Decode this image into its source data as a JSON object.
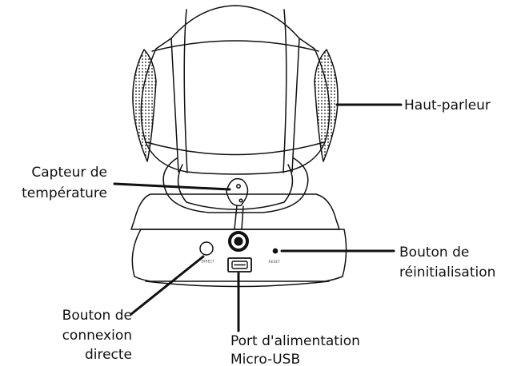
{
  "device_text": {
    "direct_port_label": "DIRECT",
    "reset_port_label": "RESET"
  },
  "callouts": {
    "speaker": "Haut-parleur",
    "temperature_sensor": {
      "line1": "Capteur de",
      "line2": "température"
    },
    "reset_button": {
      "line1": "Bouton de",
      "line2": "réinitialisation"
    },
    "direct_button": {
      "line1": "Bouton de",
      "line2": "connexion",
      "line3": "directe"
    },
    "power_port": {
      "line1": "Port d'alimentation",
      "line2": "Micro-USB"
    }
  },
  "colors": {
    "stroke": "#111111",
    "background": "#ffffff"
  }
}
